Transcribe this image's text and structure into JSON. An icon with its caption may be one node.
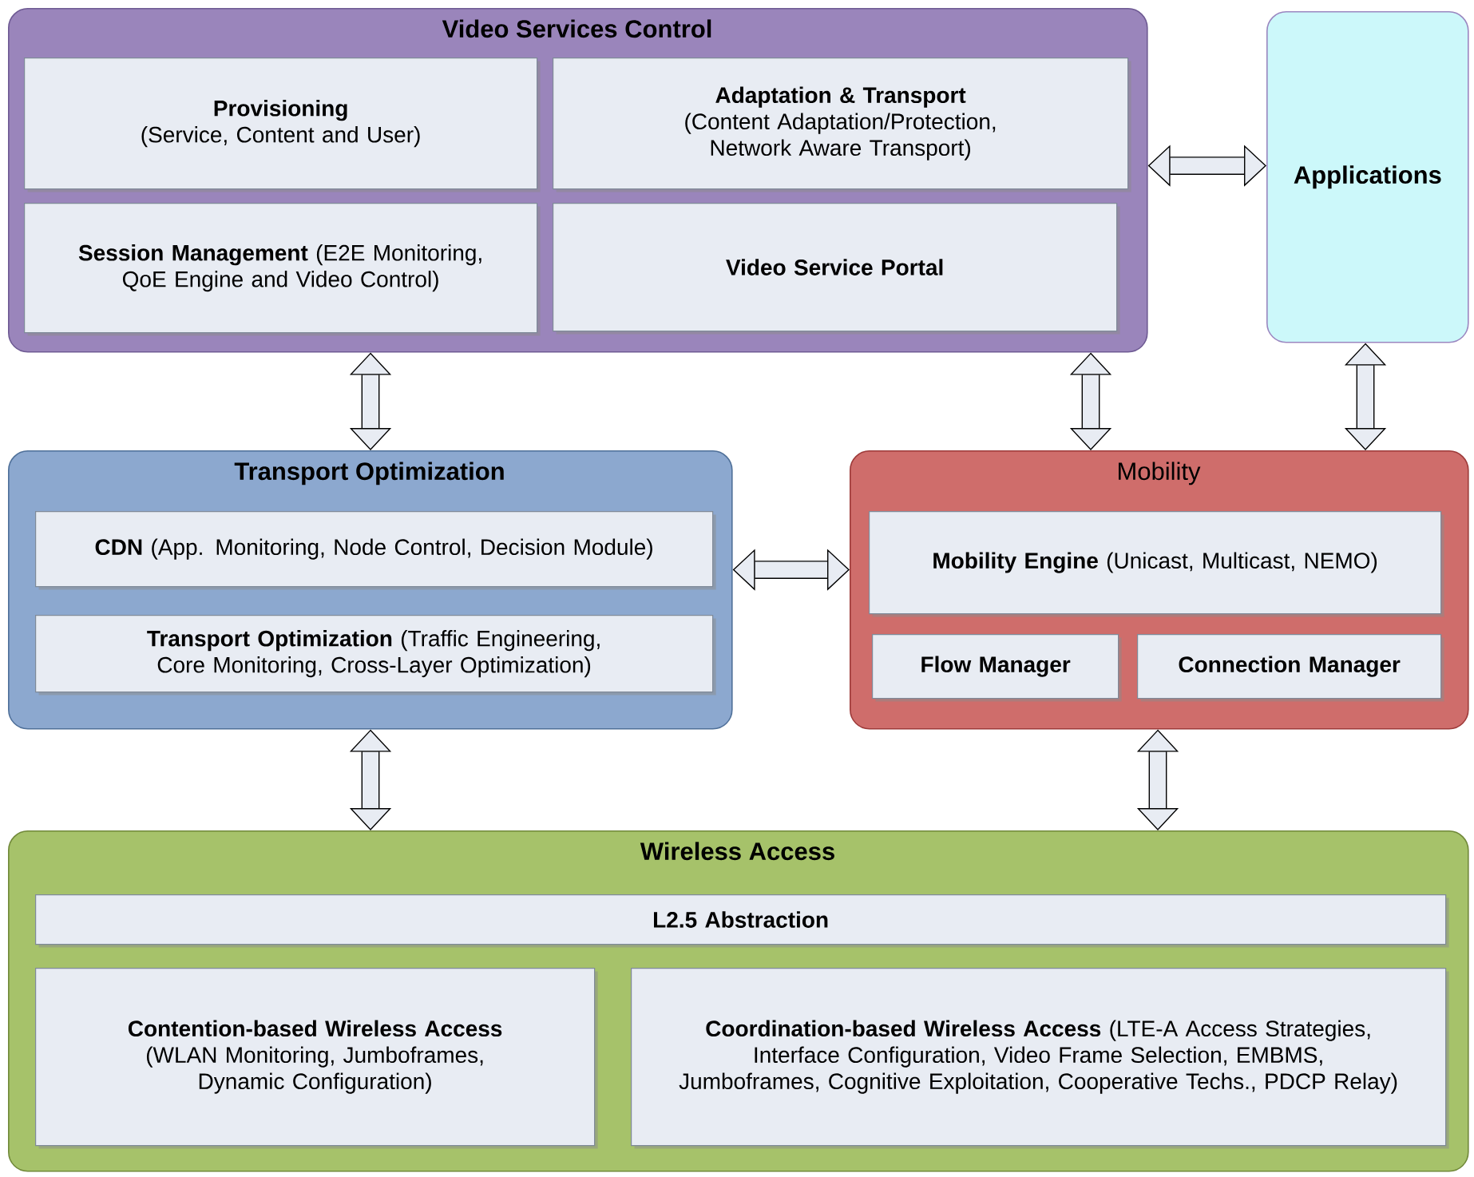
{
  "diagram": {
    "nodes": [
      {
        "text": [
          "Video Services Control"
        ]
      },
      {
        "text": [
          "Provisioning",
          "(Service, Content and User)"
        ],
        "in": 0
      },
      {
        "text": [
          "Adaptation & Transport",
          "(Content Adaptation/Protection, Network Aware Transport)"
        ],
        "in": 0
      },
      {
        "text": [
          "**Session Management** (E2E Monitoring, QoE Engine and Video Control)"
        ],
        "in": 0
      },
      {
        "text": [
          "Video Service Portal"
        ],
        "in": 0
      },
      {
        "text": [
          "Applications"
        ]
      },
      {
        "text": [
          "Transport Optimization"
        ]
      },
      {
        "text": [
          "**CDN** (App. Monitoring, Node Control, Decision Module)"
        ],
        "in": 6
      },
      {
        "text": [
          "**Transport Optimization** (Traffic Engineering, Core Monitoring, Cross-Layer Optimization)"
        ],
        "in": 6
      },
      {
        "text": [
          "Mobility"
        ]
      },
      {
        "text": [
          "**Mobility Engine** (Unicast, Multicast, NEMO)"
        ],
        "in": 9
      },
      {
        "text": [
          "Flow Manager"
        ],
        "in": 9
      },
      {
        "text": [
          "Connection Manager"
        ],
        "in": 9
      },
      {
        "text": [
          "Wireless Access"
        ]
      },
      {
        "text": [
          "L2.5 Abstraction"
        ],
        "in": 13
      },
      {
        "text": [
          "Contention-based Wireless Access",
          "(WLAN Monitoring, Jumboframes, Dynamic Configuration)"
        ],
        "in": 13
      },
      {
        "text": [
          "**Coordination-based Wireless Access** (LTE-A Access Strategies, Interface Configuration, Video Frame Selection, EMBMS, Jumboframes, Cognitive Exploitation, Cooperative Techs., PDCP Relay)"
        ],
        "in": 13
      }
    ],
    "edges": [
      {
        "from": 0,
        "to": 5,
        "arrow": "both"
      },
      {
        "from": 0,
        "to": 6,
        "arrow": "both"
      },
      {
        "from": 0,
        "to": 9,
        "arrow": "both"
      },
      {
        "from": 5,
        "to": 9,
        "arrow": "both"
      },
      {
        "from": 6,
        "to": 9,
        "arrow": "both"
      },
      {
        "from": 6,
        "to": 13,
        "arrow": "both"
      },
      {
        "from": 9,
        "to": 13,
        "arrow": "both"
      }
    ]
  }
}
